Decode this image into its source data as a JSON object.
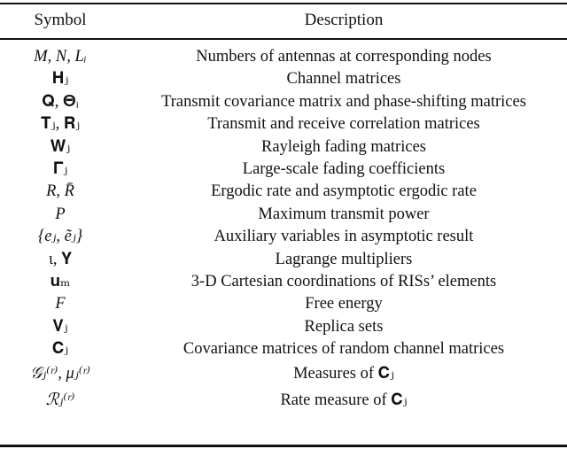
{
  "table": {
    "headers": {
      "symbol": "Symbol",
      "description": "Description"
    },
    "rows": [
      {
        "symbol": "M, N, Lᵢ",
        "description": "Numbers of antennas at corresponding nodes"
      },
      {
        "symbol": "𝐇ⱼ",
        "description": "Channel matrices"
      },
      {
        "symbol": "𝐐, 𝚯ᵢ",
        "description": "Transmit covariance matrix and phase-shifting matrices"
      },
      {
        "symbol": "𝐓ⱼ, 𝐑ⱼ",
        "description": "Transmit and receive correlation matrices"
      },
      {
        "symbol": "𝐖ⱼ",
        "description": "Rayleigh fading matrices"
      },
      {
        "symbol": "𝚪ⱼ",
        "description": "Large-scale fading coefficients"
      },
      {
        "symbol": "R, R̄",
        "description": "Ergodic rate and asymptotic ergodic rate"
      },
      {
        "symbol": "P",
        "description": "Maximum transmit power"
      },
      {
        "symbol": "{eⱼ, ẽⱼ}",
        "description": "Auxiliary variables in asymptotic result"
      },
      {
        "symbol": "ι, 𝚼",
        "description": "Lagrange multipliers"
      },
      {
        "symbol": "𝐮ₘ",
        "description": "3-D Cartesian coordinations of RISs’ elements"
      },
      {
        "symbol": "F",
        "description": "Free energy"
      },
      {
        "symbol": "𝐕ⱼ",
        "description": "Replica sets"
      },
      {
        "symbol": "𝐂ⱼ",
        "description": "Covariance matrices of random channel matrices"
      },
      {
        "symbol": "𝒢ⱼ⁽ʳ⁾, μⱼ⁽ʳ⁾",
        "description": "Measures of 𝐂ⱼ"
      },
      {
        "symbol": "ℛⱼ⁽ʳ⁾",
        "description": "Rate measure of 𝐂ⱼ"
      }
    ]
  }
}
